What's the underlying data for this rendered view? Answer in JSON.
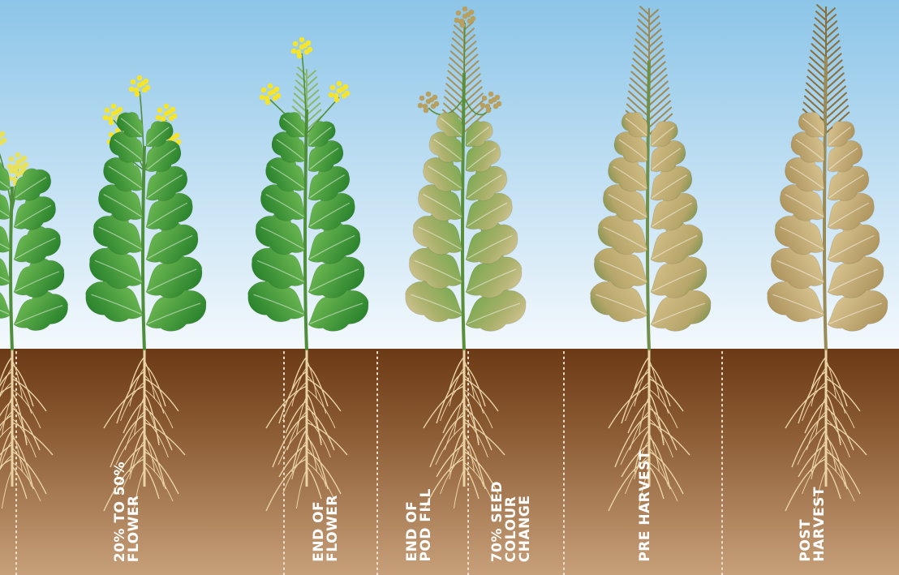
{
  "stages": [
    {
      "id": "partial",
      "label": ""
    },
    {
      "id": "flower-20-50",
      "label": "20% TO 50%\nFLOWER"
    },
    {
      "id": "end-of-flower",
      "label": "END OF\nFLOWER"
    },
    {
      "id": "end-of-pod-fill",
      "label": "END OF\nPOD FILL"
    },
    {
      "id": "seed-colour-change",
      "label": "70% SEED\nCOLOUR\nCHANGE"
    },
    {
      "id": "pre-harvest",
      "label": "PRE HARVEST"
    },
    {
      "id": "post-harvest",
      "label": "POST\nHARVEST"
    }
  ],
  "colors": {
    "sky_top": "#8cc5e8",
    "sky_bottom": "#f4f9fd",
    "soil_top": "#6b3a16",
    "soil_bottom": "#c7a07a",
    "leaf_green": "#2f8f2a",
    "leaf_light": "#7cc45b",
    "leaf_tan": "#c2a96b",
    "flower_yellow": "#f2e52a",
    "root": "#e8d1a4",
    "divider": "#e9dcc8"
  },
  "icons": {
    "flower-cluster": "flower-icon",
    "root-system": "root-icon"
  }
}
